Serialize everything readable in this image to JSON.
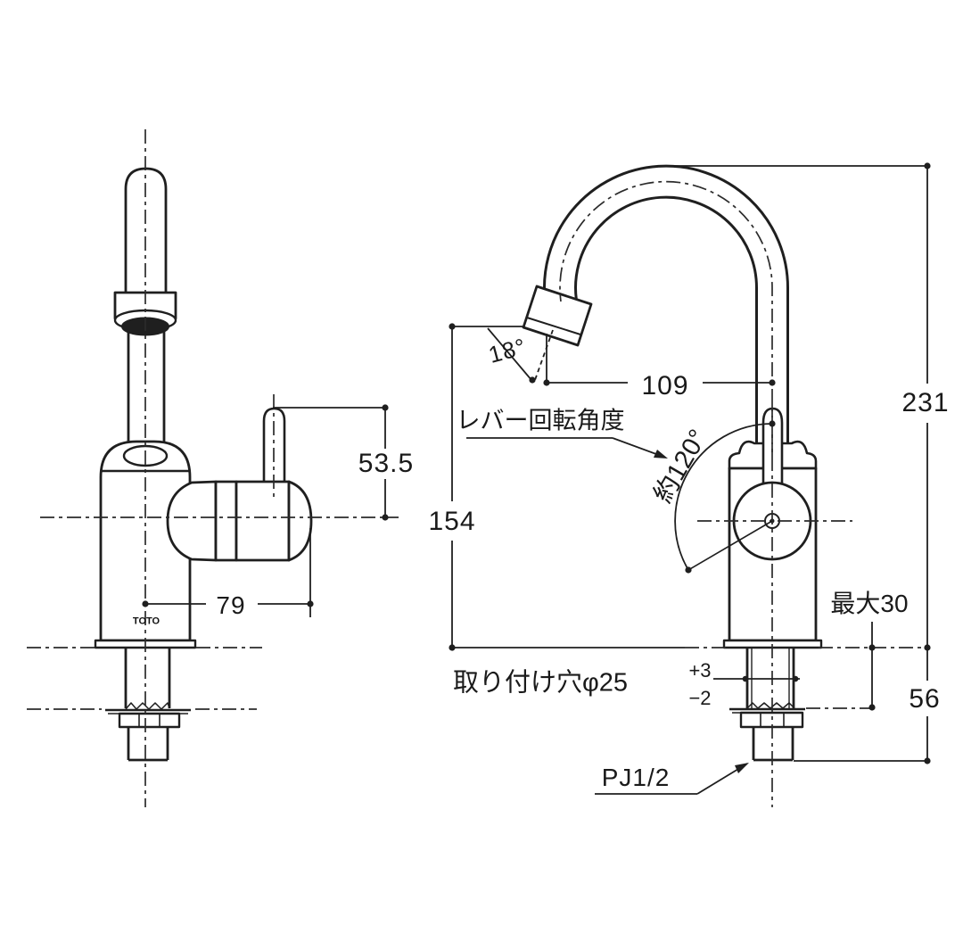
{
  "colors": {
    "background": "#ffffff",
    "line": "#1f1f1f",
    "text": "#1a1a1a"
  },
  "front_view": {
    "logo": "TOTO",
    "lever_height": "53.5",
    "center_to_cap_end": "79"
  },
  "side_view": {
    "spout_tip_angle": "18°",
    "spout_reach": "109",
    "spout_tip_height": "154",
    "total_height": "231",
    "under_counter_length": "56",
    "max_deck_thickness": "最大30",
    "tolerance_plus": "+3",
    "tolerance_minus": "−2",
    "mounting_hole": "取り付け穴φ25",
    "connection_thread": "PJ1/2",
    "lever_rotation_label": "レバー回転角度",
    "lever_rotation_angle": "約120°"
  }
}
